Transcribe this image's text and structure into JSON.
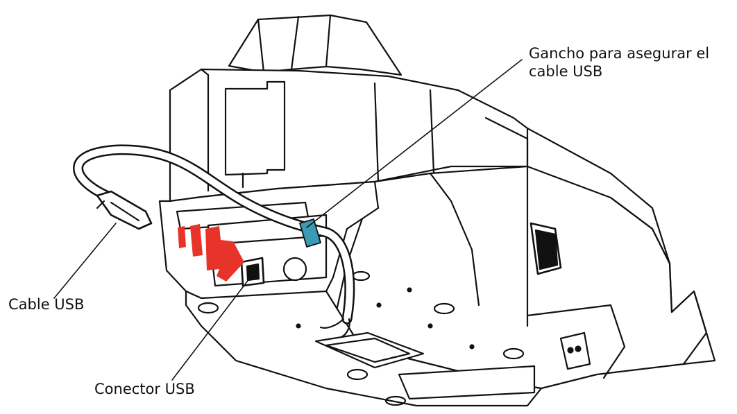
{
  "labels": {
    "hook": "Gancho para asegurar el\ncable USB",
    "cable": "Cable USB",
    "connector": "Conector USB"
  },
  "colors": {
    "line": "#111111",
    "arrow": "#e8332a",
    "hook": "#3a9bb5",
    "background": "#ffffff"
  },
  "icons": [
    "printer-illustration",
    "insert-arrow-icon",
    "usb-hook-icon"
  ]
}
